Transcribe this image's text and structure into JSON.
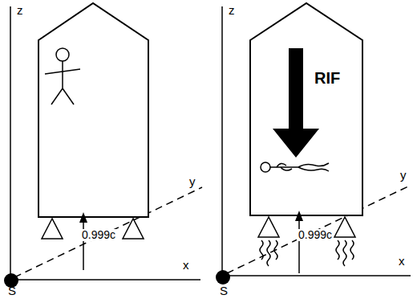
{
  "diagram": {
    "labels": [
      "z",
      "y",
      "0.999c",
      "S",
      "x",
      "z",
      "RIF",
      "y",
      "0.999c",
      "S",
      "x"
    ]
  }
}
